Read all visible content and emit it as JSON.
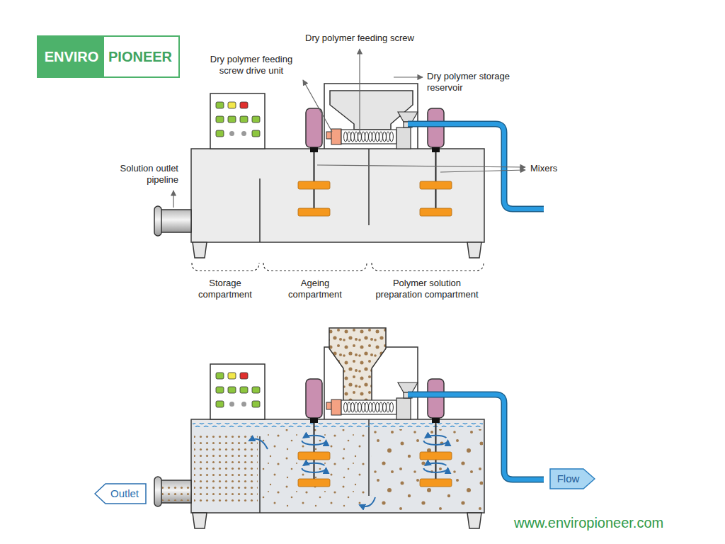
{
  "diagram": {
    "nodes": [
      {
        "text": [
          "ENVIRO"
        ]
      },
      {
        "text": [
          "PIONEER"
        ]
      },
      {
        "text": [
          "Outlet"
        ]
      },
      {
        "text": [
          "Flow"
        ]
      }
    ],
    "labels": [
      "Dry polymer feeding screw",
      "Dry polymer feeding screw drive unit",
      "Dry polymer storage reservoir",
      "Mixers",
      "Solution outlet pipeline",
      "Storage compartment",
      "Ageing compartment",
      "Polymer solution preparation compartment",
      "www.enviropioneer.com"
    ]
  }
}
